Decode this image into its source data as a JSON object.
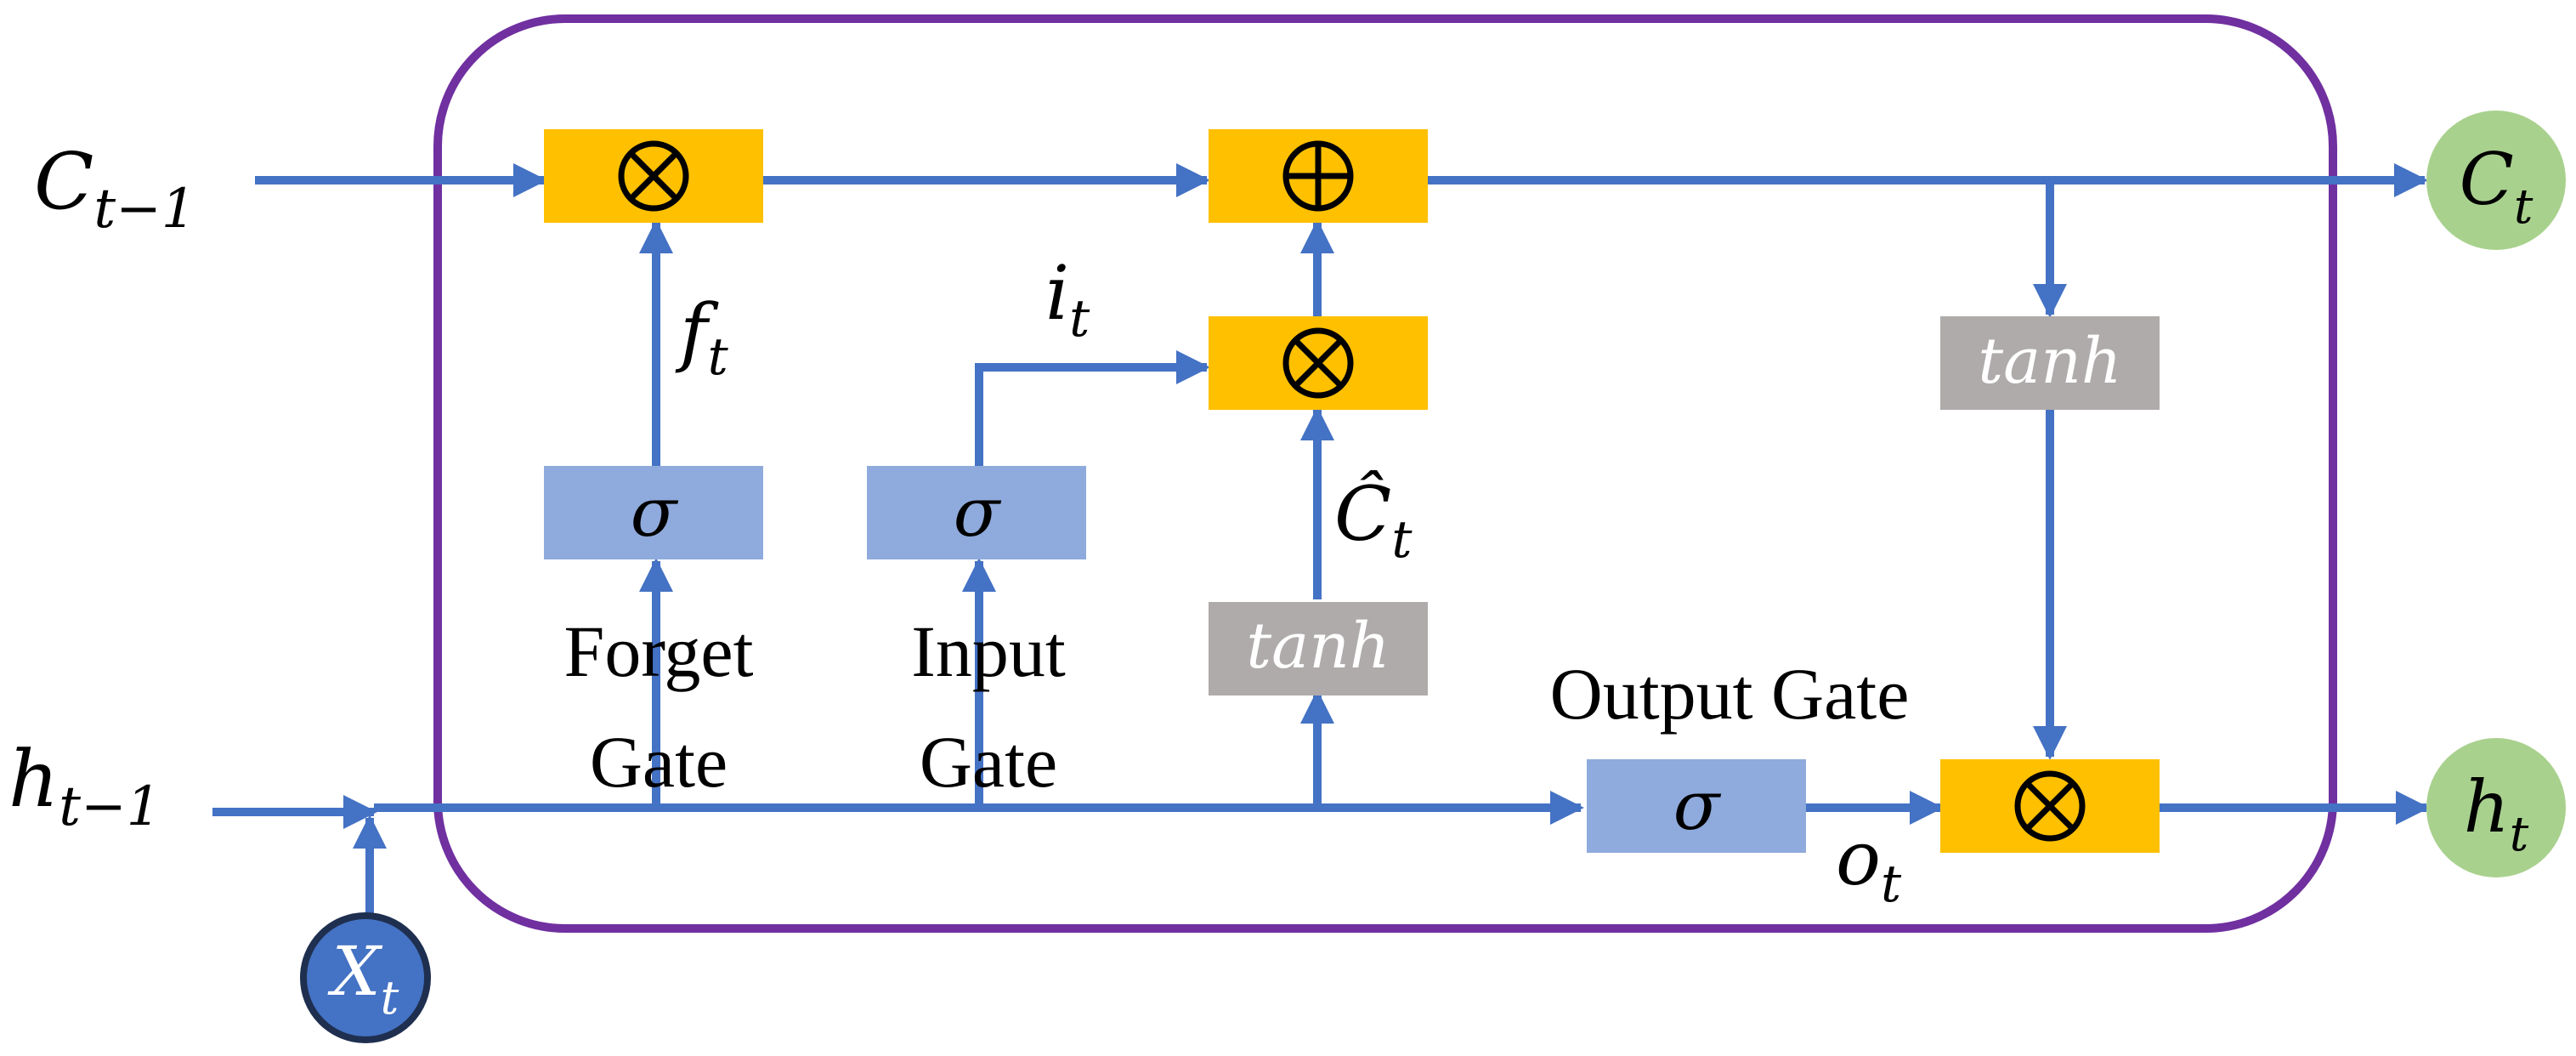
{
  "colors": {
    "cell_border": "#7030A0",
    "wire": "#4472C4",
    "operation_box": "#FFC000",
    "sigma_box": "#8FAADC",
    "tanh_box": "#AFABAB",
    "io_node": "#A9D18E",
    "input_node": "#4472C4"
  },
  "inputs": {
    "c_prev": {
      "base": "C",
      "sub": "t−1"
    },
    "h_prev": {
      "base": "h",
      "sub": "t−1"
    },
    "x": {
      "base": "X",
      "sub": "t"
    }
  },
  "outputs": {
    "c": {
      "base": "C",
      "sub": "t"
    },
    "h": {
      "base": "h",
      "sub": "t"
    }
  },
  "operations": {
    "multiply": "⊗",
    "add": "⊕"
  },
  "activations": {
    "sigma": "σ",
    "tanh": "tanh"
  },
  "signals": {
    "f": {
      "base": "f",
      "sub": "t"
    },
    "i": {
      "base": "i",
      "sub": "t"
    },
    "c_hat": {
      "base": "Ĉ",
      "sub": "t"
    },
    "o": {
      "base": "o",
      "sub": "t"
    }
  },
  "gates": {
    "forget": {
      "line1": "Forget",
      "line2": "Gate"
    },
    "input": {
      "line1": "Input",
      "line2": "Gate"
    },
    "output": "Output Gate"
  }
}
